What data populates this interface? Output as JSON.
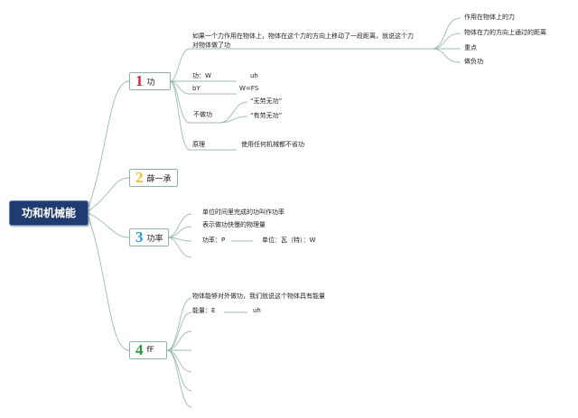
{
  "root": {
    "label": "功和机械能"
  },
  "colors": {
    "link": "#9bbcad",
    "root_bg": "#1f3b70",
    "num1": "#d0273a",
    "num2": "#f0bf2a",
    "num3": "#2c97cf",
    "num4": "#2d9d3c"
  },
  "branches": [
    {
      "num": "1",
      "label": "功"
    },
    {
      "num": "2",
      "label": "薛一承"
    },
    {
      "num": "3",
      "label": "功率"
    },
    {
      "num": "4",
      "label": "fF"
    }
  ],
  "b1": {
    "def_line1": "如果一个力作用在物体上，物体在这个力的方向上移动了一段距离，就说这个力",
    "def_line2": "对物体做了功",
    "def_sub": [
      "作用在物体上的力",
      "物体在力的方向上通过的距离",
      "重点",
      "做负功"
    ],
    "gong": "功：W",
    "gong_unit": "uh",
    "by": "bY",
    "formula": "W=FS",
    "buzuo": "不做功",
    "buzuo_sub": [
      "“无劳无功”",
      "“有劳无功”"
    ],
    "yuanli": "原理",
    "yuanli_text": "使用任何机械都不省功"
  },
  "b3": {
    "def": "单位时间里完成的功叫作功率",
    "meaning": "表示做功快慢的物理量",
    "symbol": "功率：P",
    "unit": "单位：瓦（特）：W"
  },
  "b4": {
    "def": "物体能够对外做功，我们就说这个物体具有能量",
    "symbol": "能量：E",
    "unit": "uh"
  }
}
